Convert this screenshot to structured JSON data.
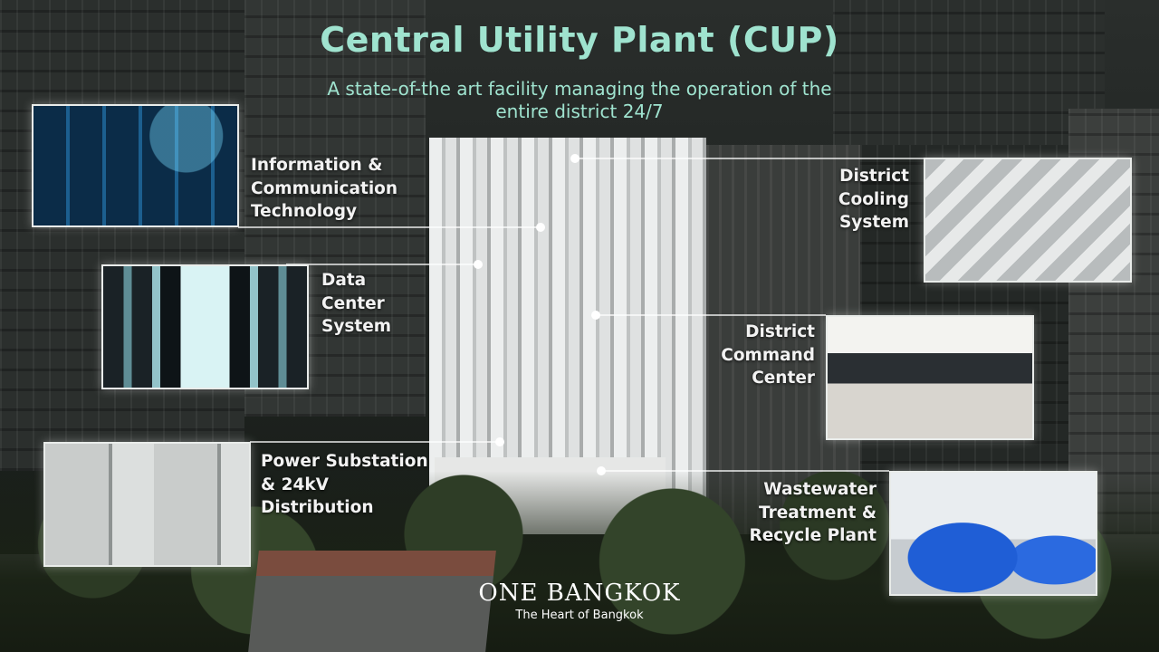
{
  "header": {
    "title": "Central Utility Plant (CUP)",
    "subtitle": "A state-of-the art facility managing the operation of the entire district 24/7"
  },
  "features": {
    "ict": {
      "label_lines": [
        "Information &",
        "Communication",
        "Technology"
      ]
    },
    "data_center": {
      "label_lines": [
        "Data",
        "Center",
        "System"
      ]
    },
    "power": {
      "label_lines": [
        "Power Substation",
        "& 24kV",
        "Distribution"
      ]
    },
    "cooling": {
      "label_lines": [
        "District",
        "Cooling",
        "System"
      ]
    },
    "command": {
      "label_lines": [
        "District",
        "Command",
        "Center"
      ]
    },
    "wastewater": {
      "label_lines": [
        "Wastewater",
        "Treatment &",
        "Recycle Plant"
      ]
    }
  },
  "brand": {
    "name": "ONE BANGKOK",
    "tagline": "The Heart of Bangkok"
  },
  "colors": {
    "title": "#9fe3cf",
    "line": "#ffffff",
    "label": "#f2f2f2"
  }
}
